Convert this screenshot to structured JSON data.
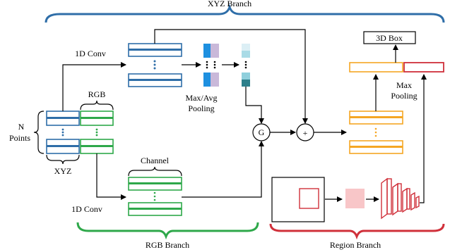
{
  "branches": {
    "xyz": "XYZ Branch",
    "rgb": "RGB Branch",
    "region": "Region Branch"
  },
  "labels": {
    "conv_top": "1D Conv",
    "conv_bottom": "1D Conv",
    "rgb": "RGB",
    "xyz": "XYZ",
    "n_points_1": "N",
    "n_points_2": "Points",
    "channel": "Channel",
    "maxavg_1": "Max/Avg",
    "maxavg_2": "Pooling",
    "max_1": "Max",
    "max_2": "Pooling",
    "box3d": "3D Box",
    "gate": "G",
    "plus": "+"
  },
  "colors": {
    "xyz_blue": "#2f6ea8",
    "rgb_green": "#2ea84a",
    "fused_orange": "#f5a623",
    "region_red": "#d0303a",
    "pool_purple": "#c9b8d9",
    "pool_teal": "#2d7f8a",
    "pool_light": "#cfe8f0"
  }
}
